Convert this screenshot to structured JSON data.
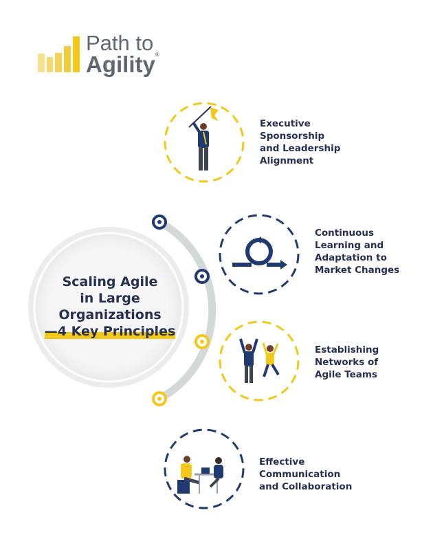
{
  "logo": {
    "line1": "Path to",
    "line2": "Agility",
    "mark": "®"
  },
  "title": {
    "lines": [
      "Scaling Agile",
      "in Large",
      "Organizations"
    ],
    "highlight": "—4 Key Principles"
  },
  "principles": [
    {
      "label": "Executive\nSponsorship\nand Leadership\nAlignment",
      "icon": "person-with-flag-icon",
      "ring_color": "#f2c81a"
    },
    {
      "label": "Continuous\nLearning and\nAdaptation to\nMarket Changes",
      "icon": "loop-arrow-icon",
      "ring_color": "#1f3a6e"
    },
    {
      "label": "Establishing\nNetworks of\nAgile Teams",
      "icon": "celebrating-team-icon",
      "ring_color": "#f2c81a"
    },
    {
      "label": "Effective\nCommunication\nand Collaboration",
      "icon": "meeting-icon",
      "ring_color": "#1f3a6e"
    }
  ],
  "colors": {
    "navy": "#1f3a6e",
    "yellow": "#f2c81a",
    "text": "#253052",
    "gray": "#d5d8d8"
  }
}
